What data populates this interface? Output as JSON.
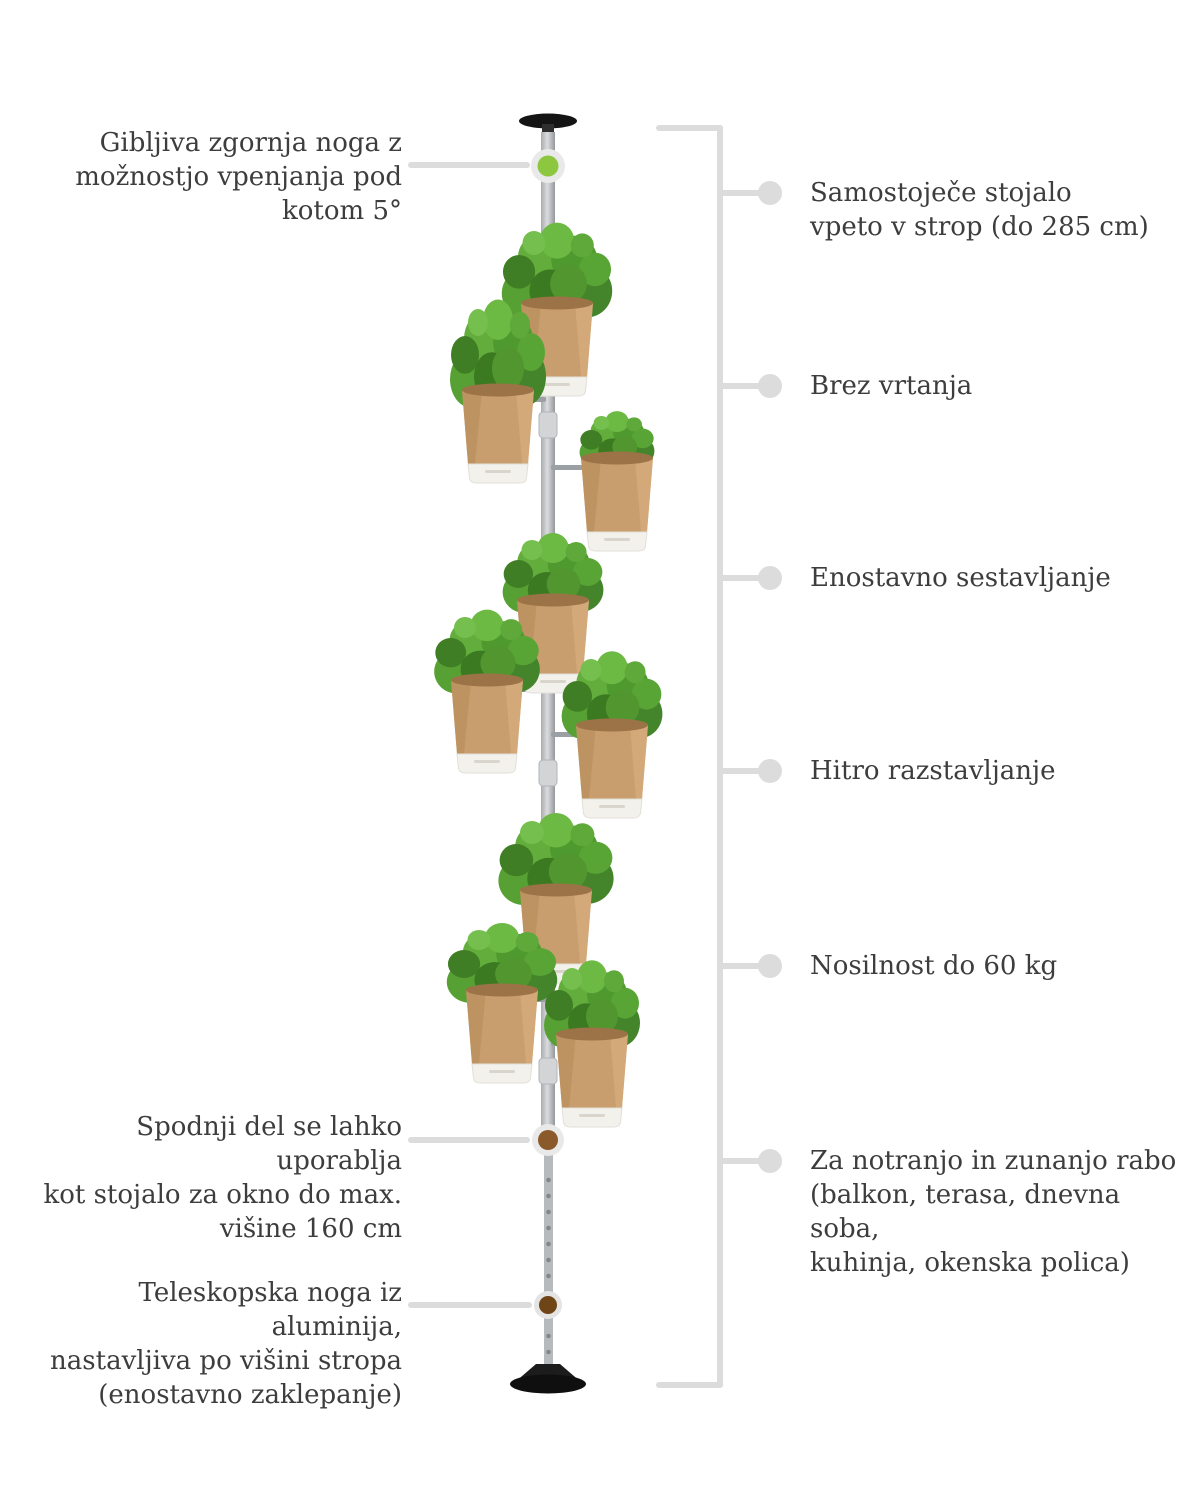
{
  "illustration": {
    "name": "vertical-herb-garden-stand",
    "parts": [
      "ceiling-mount",
      "main-pole",
      "herb-pots",
      "telescopic-foot",
      "floor-base"
    ]
  },
  "left_annotations": [
    {
      "text": "Gibljiva zgornja noga z\nmožnostjo vpenjanja pod\nkotom 5°"
    },
    {
      "text": "Spodnji del se lahko uporablja\nkot stojalo za okno do max.\nvišine 160 cm"
    },
    {
      "text": "Teleskopska noga iz aluminija,\nnastavljiva po višini stropa\n(enostavno zaklepanje)"
    }
  ],
  "right_annotations": [
    {
      "text": "Samostoječe stojalo\nvpeto v strop (do 285 cm)"
    },
    {
      "text": "Brez vrtanja"
    },
    {
      "text": "Enostavno sestavljanje"
    },
    {
      "text": "Hitro razstavljanje"
    },
    {
      "text": "Nosilnost do 60 kg"
    },
    {
      "text": "Za notranjo in zunanjo rabo\n(balkon, terasa, dnevna soba,\nkuhinja, okenska polica)"
    }
  ],
  "colors": {
    "background": "#ffffff",
    "text": "#3d3d3d",
    "connector_gray": "#dcdcdc",
    "accent_green": "#8dc63f",
    "accent_brown": "#8a5a2b",
    "pot_burlap": "#c99e6e",
    "pot_band_white": "#f3f1ec",
    "pole_silver": "#c3c6c9"
  }
}
